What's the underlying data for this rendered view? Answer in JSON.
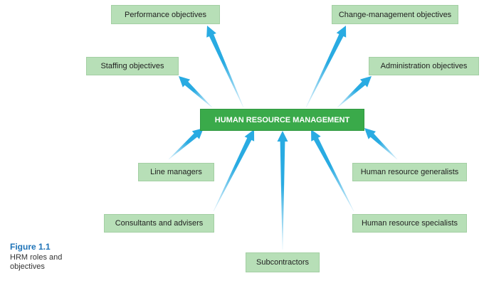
{
  "diagram": {
    "center": "HUMAN RESOURCE MANAGEMENT",
    "objectives": {
      "performance": "Performance objectives",
      "change_management": "Change-management objectives",
      "staffing": "Staffing objectives",
      "administration": "Administration objectives"
    },
    "roles": {
      "line_managers": "Line managers",
      "hr_generalists": "Human resource generalists",
      "consultants": "Consultants and advisers",
      "hr_specialists": "Human resource specialists",
      "subcontractors": "Subcontractors"
    },
    "arrow_color": "#29abe2",
    "box_color": "#b7dfb7",
    "hub_color": "#3aaa4a"
  },
  "figure": {
    "label": "Figure 1.1",
    "caption": "HRM roles and objectives"
  }
}
